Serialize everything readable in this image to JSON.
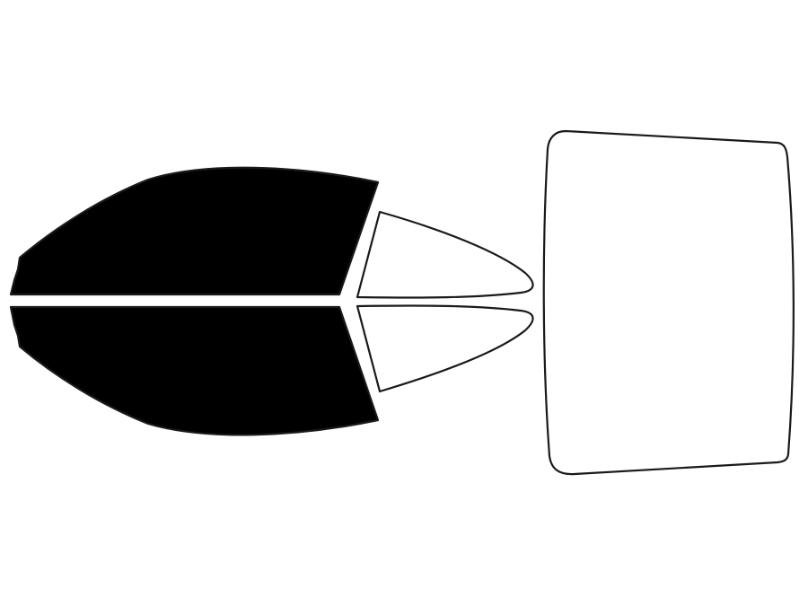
{
  "legend": {
    "tinted_color": "#000000",
    "untinted_color": "#ffffff",
    "outline_color": "#1a1a1a"
  },
  "panes": [
    {
      "id": "front-left-door-window",
      "tinted": true
    },
    {
      "id": "front-right-door-window",
      "tinted": true
    },
    {
      "id": "rear-left-quarter-window",
      "tinted": false
    },
    {
      "id": "rear-right-quarter-window",
      "tinted": false
    },
    {
      "id": "rear-windshield",
      "tinted": false
    }
  ]
}
